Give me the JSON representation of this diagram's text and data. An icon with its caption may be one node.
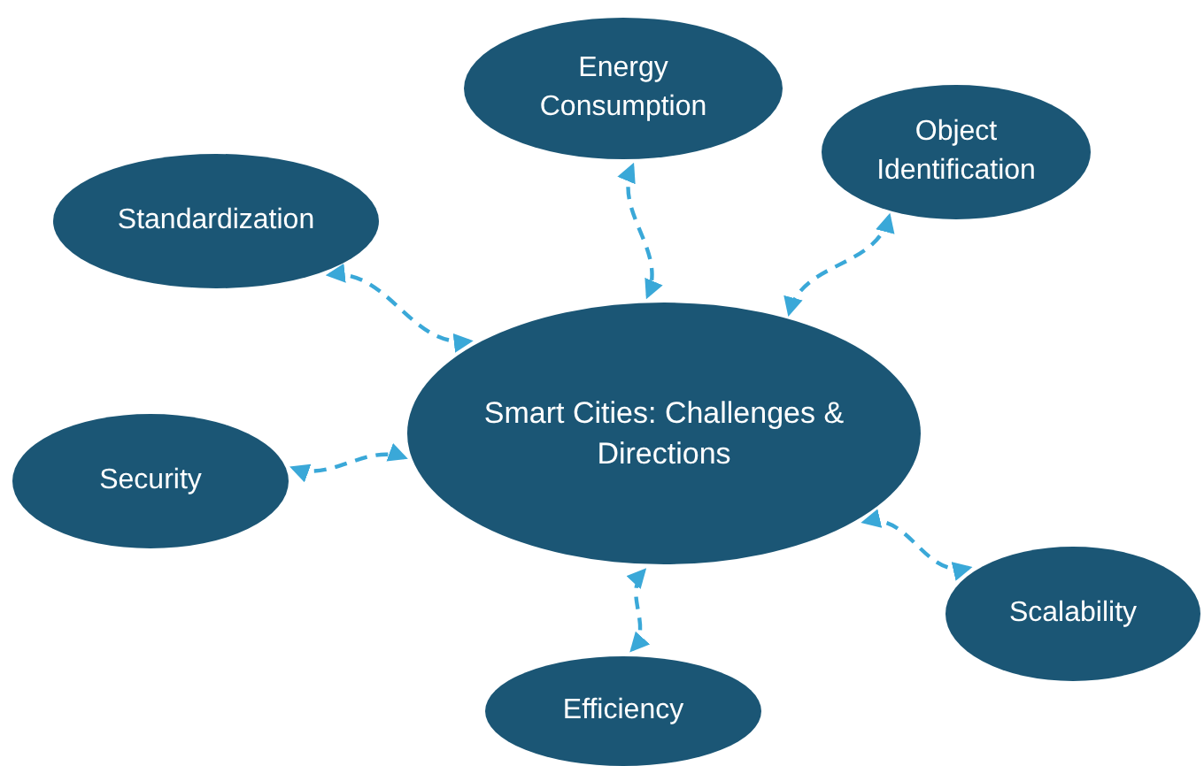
{
  "diagram": {
    "nodes": [
      {
        "text": [
          "Smart Cities: Challenges & Directions"
        ]
      },
      {
        "text": [
          "Energy Consumption"
        ]
      },
      {
        "text": [
          "Object Identification"
        ]
      },
      {
        "text": [
          "Standardization"
        ]
      },
      {
        "text": [
          "Security"
        ]
      },
      {
        "text": [
          "Scalability"
        ]
      },
      {
        "text": [
          "Efficiency"
        ]
      }
    ],
    "edges": [
      {
        "from": 3,
        "to": 0,
        "arrow": "both",
        "style": "dashed"
      },
      {
        "from": 1,
        "to": 0,
        "arrow": "both",
        "style": "dashed"
      },
      {
        "from": 2,
        "to": 0,
        "arrow": "both",
        "style": "dashed"
      },
      {
        "from": 4,
        "to": 0,
        "arrow": "both",
        "style": "dashed"
      },
      {
        "from": 5,
        "to": 0,
        "arrow": "both",
        "style": "dashed"
      },
      {
        "from": 6,
        "to": 0,
        "arrow": "both",
        "style": "dashed"
      }
    ]
  }
}
